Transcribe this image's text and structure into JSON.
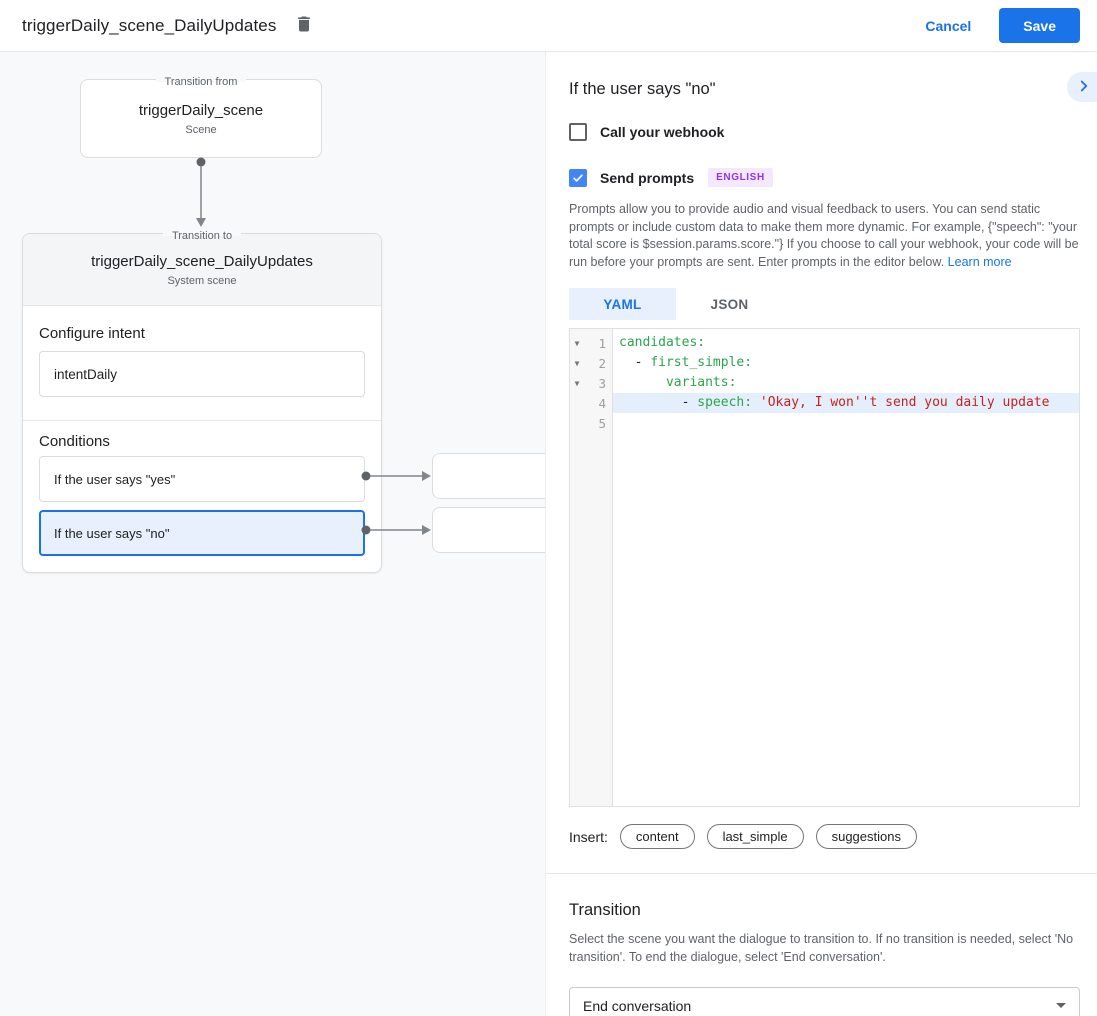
{
  "header": {
    "title": "triggerDaily_scene_DailyUpdates",
    "delete_icon": "trash-icon",
    "cancel_label": "Cancel",
    "save_label": "Save"
  },
  "diagram": {
    "from_box": {
      "legend": "Transition from",
      "title": "triggerDaily_scene",
      "subtitle": "Scene"
    },
    "to_box": {
      "legend": "Transition to",
      "title": "triggerDaily_scene_DailyUpdates",
      "subtitle": "System scene",
      "configure_intent_label": "Configure intent",
      "intent_value": "intentDaily",
      "conditions_label": "Conditions",
      "conditions": [
        {
          "label": "If the user says \"yes\"",
          "selected": false
        },
        {
          "label": "If the user says \"no\"",
          "selected": true
        }
      ]
    }
  },
  "panel": {
    "title": "If the user says \"no\"",
    "collapse_icon": "chevron-right-icon",
    "webhook_label": "Call your webhook",
    "webhook_checked": false,
    "prompts_label": "Send prompts",
    "prompts_checked": true,
    "language_badge": "ENGLISH",
    "description": "Prompts allow you to provide audio and visual feedback to users. You can send static prompts or include custom data to make them more dynamic. For example, {\"speech\": \"your total score is $session.params.score.\"} If you choose to call your webhook, your code will be run before your prompts are sent. Enter prompts in the editor below. ",
    "learn_more_label": "Learn more",
    "tabs": [
      {
        "label": "YAML",
        "active": true
      },
      {
        "label": "JSON",
        "active": false
      }
    ],
    "editor": {
      "lines": [
        {
          "number": 1,
          "fold": true,
          "highlighted": false,
          "tokens": [
            {
              "t": "candidates:",
              "c": "key"
            }
          ]
        },
        {
          "number": 2,
          "fold": true,
          "highlighted": false,
          "tokens": [
            {
              "t": "  - ",
              "c": "plain"
            },
            {
              "t": "first_simple:",
              "c": "key"
            }
          ]
        },
        {
          "number": 3,
          "fold": true,
          "highlighted": false,
          "tokens": [
            {
              "t": "      ",
              "c": "plain"
            },
            {
              "t": "variants:",
              "c": "key"
            }
          ]
        },
        {
          "number": 4,
          "fold": false,
          "highlighted": true,
          "tokens": [
            {
              "t": "        - ",
              "c": "plain"
            },
            {
              "t": "speech:",
              "c": "key"
            },
            {
              "t": " ",
              "c": "plain"
            },
            {
              "t": "'Okay, I won''t send you daily update",
              "c": "string"
            }
          ]
        },
        {
          "number": 5,
          "fold": false,
          "highlighted": false,
          "tokens": []
        }
      ]
    },
    "insert_label": "Insert:",
    "insert_chips": [
      "content",
      "last_simple",
      "suggestions"
    ],
    "transition": {
      "title": "Transition",
      "description": "Select the scene you want the dialogue to transition to. If no transition is needed, select 'No transition'. To end the dialogue, select 'End conversation'.",
      "value": "End conversation"
    }
  },
  "colors": {
    "accent_blue": "#1A73E8",
    "checkbox_blue": "#4285F4",
    "selected_condition_bg": "#E8F0FE",
    "badge_purple": "#9334E6",
    "code_key_green": "#2DA44E",
    "code_string_red": "#C5221F",
    "canvas_bg": "#F8F9FA"
  }
}
